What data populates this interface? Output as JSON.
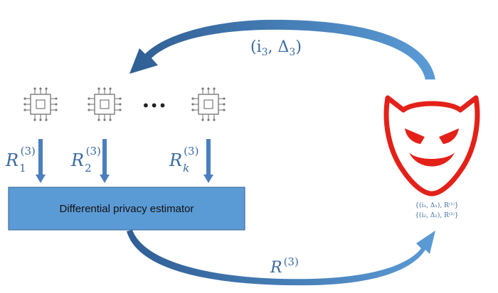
{
  "estimator": {
    "label": "Differential privacy estimator"
  },
  "ellipsis": "•••",
  "colors": {
    "arrow": "#4a7fbd",
    "box": "#5b9bd5",
    "mask": "#e32119",
    "chip": "#7a7a7a"
  },
  "icons": {
    "client_chip": "chip-icon",
    "adversary": "devil-mask-icon"
  },
  "clients": [
    {
      "id": "client-1",
      "report": {
        "base": "R",
        "sub": "1",
        "sup": "(3)"
      }
    },
    {
      "id": "client-2",
      "report": {
        "base": "R",
        "sub": "2",
        "sup": "(3)"
      }
    },
    {
      "id": "client-k",
      "report": {
        "base": "R",
        "sub": "k",
        "sup": "(3)"
      }
    }
  ],
  "query": {
    "text": "(i",
    "sub": "3",
    "mid": ", Δ",
    "sub2": "3",
    "close": ")"
  },
  "response": {
    "base": "R",
    "sup": "(3)"
  },
  "history": [
    "{(i₁, Δ₁), R⁽¹⁾}",
    "{(i₂, Δ₂), R⁽²⁾}"
  ]
}
